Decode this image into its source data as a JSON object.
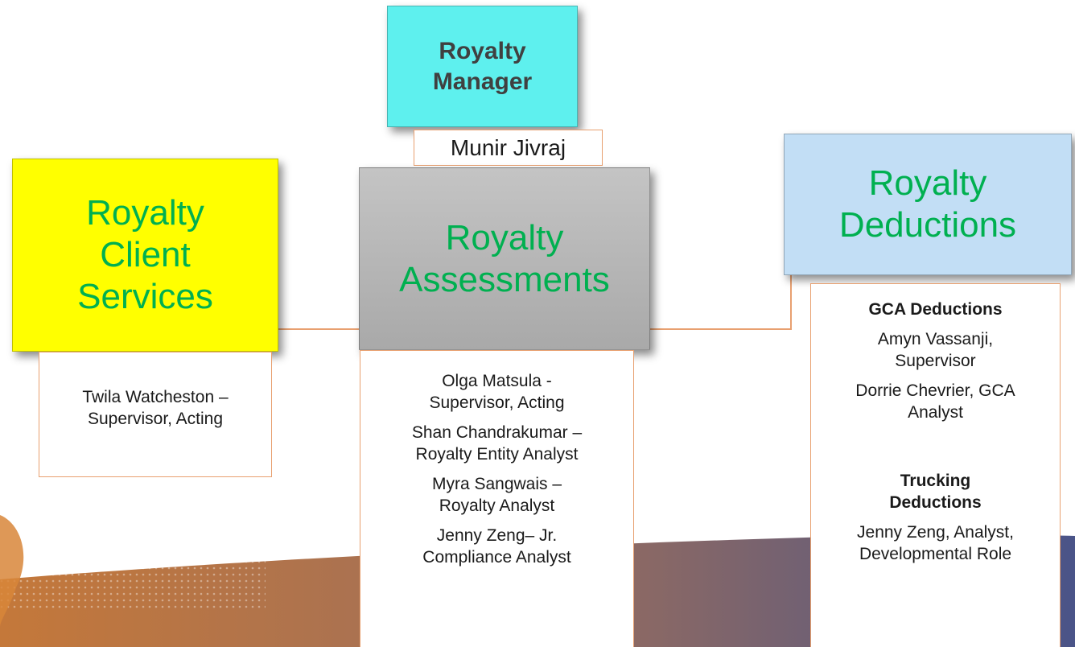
{
  "colors": {
    "title_text": "#00b050",
    "manager_box": "#5ef0ee",
    "client_services_box": "#ffff00",
    "assessments_box": "#b8b8b8",
    "deductions_box": "#c2def5",
    "connector": "#e8a070",
    "band_start": "#c4783a",
    "band_end": "#4a5488"
  },
  "manager": {
    "title_line1": "Royalty",
    "title_line2": "Manager",
    "name": "Munir Jivraj"
  },
  "client_services": {
    "title_line1": "Royalty",
    "title_line2": "Client",
    "title_line3": "Services",
    "members": [
      "Twila Watcheston –",
      "Supervisor, Acting"
    ]
  },
  "assessments": {
    "title_line1": "Royalty",
    "title_line2": "Assessments",
    "members": [
      {
        "line1": "Olga Matsula  -",
        "line2": "Supervisor, Acting"
      },
      {
        "line1": "Shan Chandrakumar –",
        "line2": "Royalty Entity Analyst"
      },
      {
        "line1": "Myra Sangwais –",
        "line2": "Royalty Analyst"
      },
      {
        "line1": "Jenny Zeng– Jr.",
        "line2": "Compliance Analyst"
      }
    ]
  },
  "deductions": {
    "title_line1": "Royalty",
    "title_line2": "Deductions",
    "gca_heading": "GCA Deductions",
    "gca_members": [
      {
        "line1": "Amyn Vassanji,",
        "line2": "Supervisor"
      },
      {
        "line1": "Dorrie Chevrier, GCA",
        "line2": "Analyst"
      }
    ],
    "trucking_heading_line1": "Trucking",
    "trucking_heading_line2": "Deductions",
    "trucking_members": [
      {
        "line1": "Jenny Zeng, Analyst,",
        "line2": "Developmental Role"
      }
    ]
  }
}
